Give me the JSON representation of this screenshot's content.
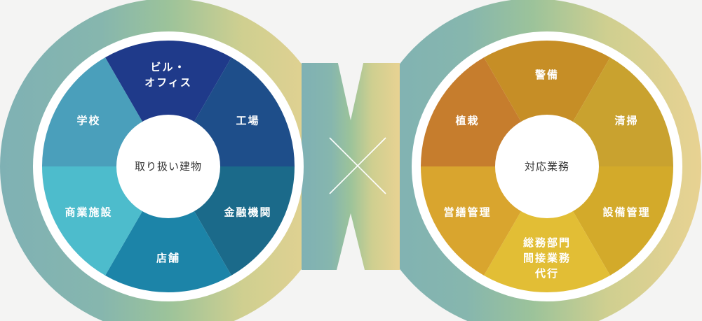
{
  "colors": {
    "background": "#f4f4f3",
    "ring_left": "#85b5b4",
    "ring_bridge": "#9cc39a",
    "ring_right": "#e5cf8c",
    "segment_text": "#ffffff",
    "center_text": "#333333"
  },
  "left_wheel": {
    "center_label": "取り扱い建物",
    "segments": [
      {
        "lines": [
          "ビル・",
          "オフィス"
        ],
        "color": "#1f3a8a"
      },
      {
        "lines": [
          "工場"
        ],
        "color": "#1e4e8a"
      },
      {
        "lines": [
          "金融機関"
        ],
        "color": "#1b6a8a"
      },
      {
        "lines": [
          "店舗"
        ],
        "color": "#1c84a8"
      },
      {
        "lines": [
          "商業施設"
        ],
        "color": "#4dbccc"
      },
      {
        "lines": [
          "学校"
        ],
        "color": "#4a9fbb"
      }
    ]
  },
  "right_wheel": {
    "center_label": "対応業務",
    "segments": [
      {
        "lines": [
          "警備"
        ],
        "color": "#c68e26"
      },
      {
        "lines": [
          "清掃"
        ],
        "color": "#c9a22f"
      },
      {
        "lines": [
          "設備管理"
        ],
        "color": "#d3aa2a"
      },
      {
        "lines": [
          "総務部門",
          "間接業務",
          "代行"
        ],
        "color": "#e2be35"
      },
      {
        "lines": [
          "営繕管理"
        ],
        "color": "#d9a52e"
      },
      {
        "lines": [
          "植栽"
        ],
        "color": "#c67d2d"
      }
    ]
  },
  "connector": {
    "symbol": "times-cross"
  }
}
